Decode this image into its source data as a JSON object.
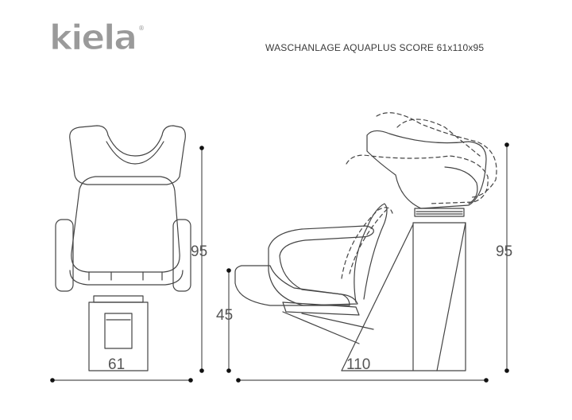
{
  "logo": {
    "text": "kiela",
    "reg_mark": "®",
    "color": "#9a9a9a"
  },
  "title": "WASCHANLAGE  AQUAPLUS SCORE  61x110x95",
  "dimensions": {
    "front_height": "95",
    "front_width": "61",
    "side_seat_height": "45",
    "side_length": "110",
    "side_height": "95"
  }
}
